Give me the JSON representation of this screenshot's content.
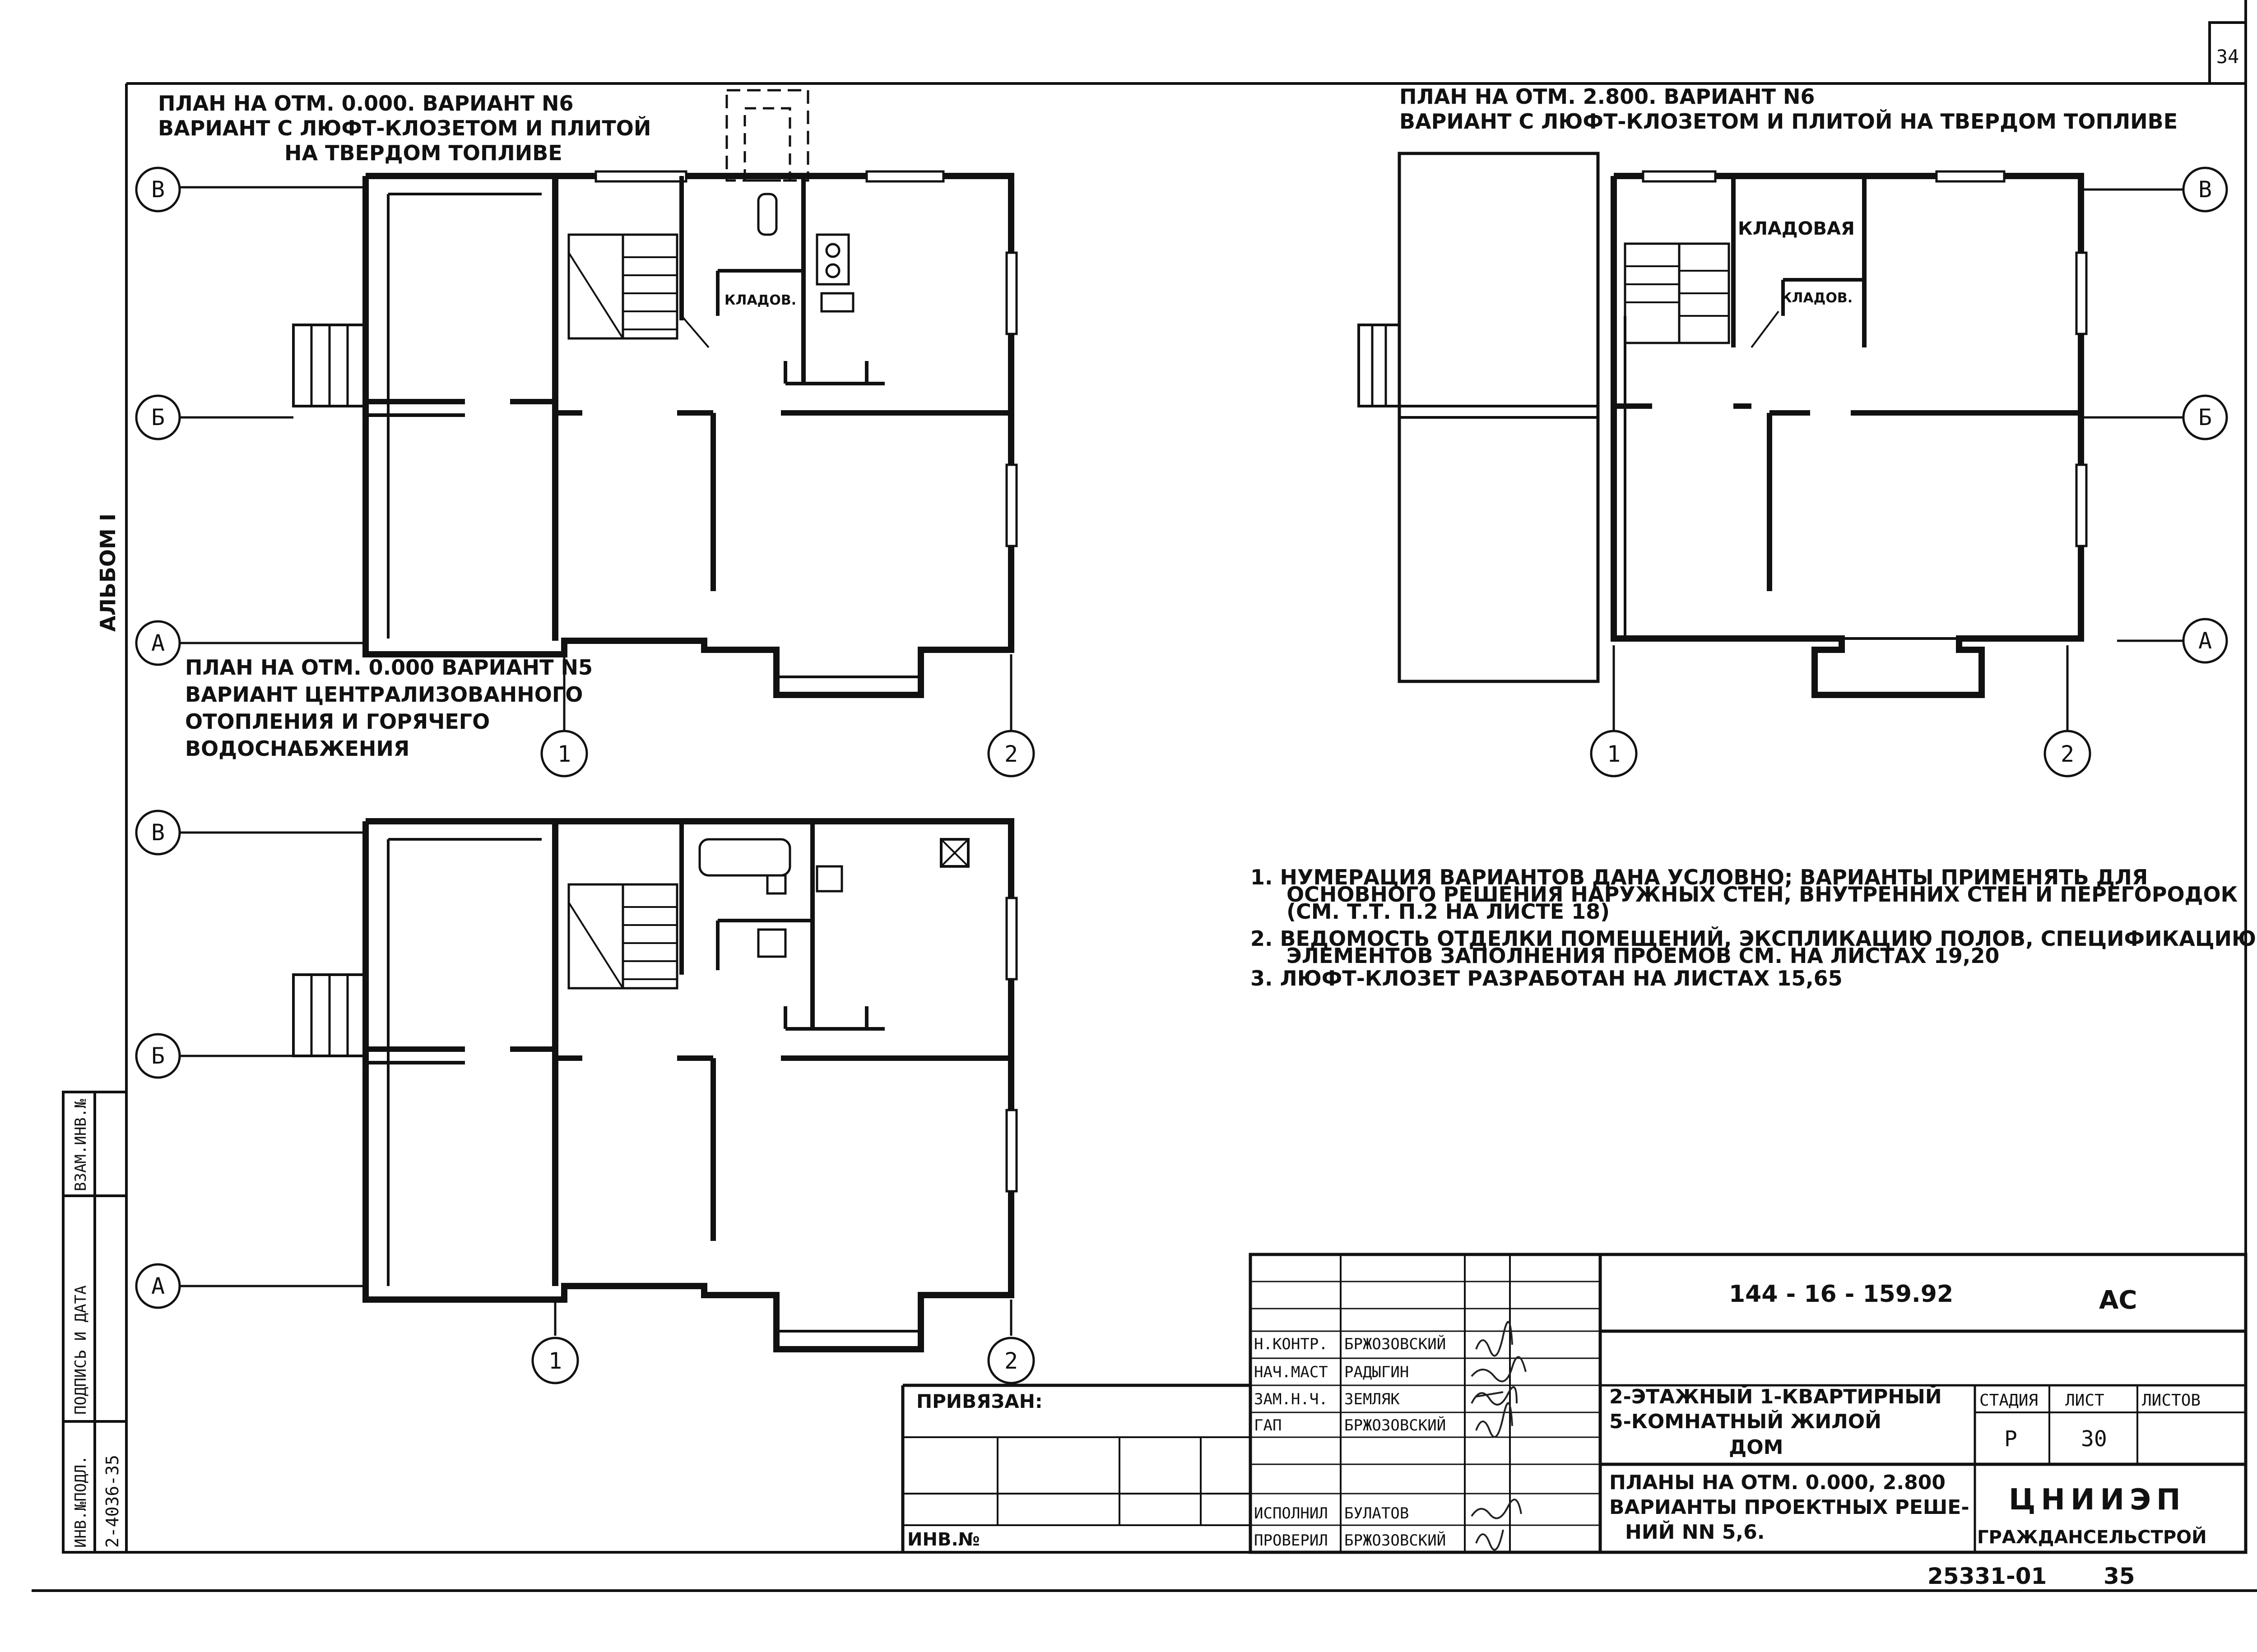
{
  "sheet": {
    "page_number": "34",
    "album": "АЛЬБОМ I",
    "designation": "144 - 16 - 159.92",
    "set_mark": "АС",
    "inventory_code": "25331-01",
    "inventory_page": "35"
  },
  "plans": {
    "p6_ground_title": [
      "ПЛАН НА ОТМ. 0.000. ВАРИАНТ N6",
      "ВАРИАНТ С ЛЮФТ-КЛОЗЕТОМ И ПЛИТОЙ",
      "НА ТВЕРДОМ ТОПЛИВЕ"
    ],
    "p6_upper_title": [
      "ПЛАН НА ОТМ. 2.800. ВАРИАНТ N6",
      "ВАРИАНТ С ЛЮФТ-КЛОЗЕТОМ И ПЛИТОЙ НА ТВЕРДОМ ТОПЛИВЕ"
    ],
    "p5_ground_title": [
      "ПЛАН НА ОТМ. 0.000 ВАРИАНТ N5",
      "ВАРИАНТ ЦЕНТРАЛИЗОВАННОГО",
      "ОТОПЛЕНИЯ И ГОРЯЧЕГО",
      "ВОДОСНАБЖЕНИЯ"
    ],
    "room_kladov": "КЛАДОВ.",
    "room_kladovaya": "КЛАДОВАЯ",
    "room_kladov2": "КЛАДОВ."
  },
  "axes": {
    "a": "А",
    "b": "Б",
    "v": "В",
    "n1": "1",
    "n2": "2"
  },
  "notes": [
    "1. НУМЕРАЦИЯ ВАРИАНТОВ ДАНА УСЛОВНО; ВАРИАНТЫ ПРИМЕНЯТЬ ДЛЯ",
    "ОСНОВНОГО РЕШЕНИЯ НАРУЖНЫХ СТЕН, ВНУТРЕННИХ СТЕН И ПЕРЕГОРОДОК",
    "(СМ. Т.Т. П.2 НА ЛИСТЕ 18)",
    "2. ВЕДОМОСТЬ ОТДЕЛКИ ПОМЕЩЕНИЙ, ЭКСПЛИКАЦИЮ ПОЛОВ, СПЕЦИФИКАЦИЮ",
    "ЭЛЕМЕНТОВ ЗАПОЛНЕНИЯ ПРОЕМОВ СМ. НА ЛИСТАХ 19,20",
    "3. ЛЮФТ-КЛОЗЕТ РАЗРАБОТАН НА ЛИСТАХ 15,65"
  ],
  "side_stamp": {
    "inv_orig": "ИНВ.№ПОДЛ.",
    "sign_date": "ПОДПИСЬ И ДАТА",
    "replace_inv": "ВЗАМ.ИНВ.№",
    "inv_number": "2-4036-35"
  },
  "title_block": {
    "privyazan": "ПРИВЯЗАН:",
    "inv_no": "ИНВ.№",
    "roles": [
      {
        "role": "Н.КОНТР.",
        "name": "БРЖОЗОВСКИЙ"
      },
      {
        "role": "НАЧ.МАСТ",
        "name": "РАДЫГИН"
      },
      {
        "role": "ЗАМ.Н.Ч.",
        "name": "ЗЕМЛЯК"
      },
      {
        "role": "ГАП",
        "name": "БРЖОЗОВСКИЙ"
      },
      {
        "role": "ИСПОЛНИЛ",
        "name": "БУЛАТОВ"
      },
      {
        "role": "ПРОВЕРИЛ",
        "name": "БРЖОЗОВСКИЙ"
      }
    ],
    "object": [
      "2-ЭТАЖНЫЙ 1-КВАРТИРНЫЙ",
      "5-КОМНАТНЫЙ ЖИЛОЙ",
      "ДОМ"
    ],
    "sheet_title": [
      "ПЛАНЫ НА ОТМ. 0.000, 2.800",
      "ВАРИАНТЫ ПРОЕКТНЫХ РЕШЕ-",
      "НИЙ NN 5,6."
    ],
    "stage_label": "СТАДИЯ",
    "sheet_label": "ЛИСТ",
    "sheets_label": "ЛИСТОВ",
    "stage": "Р",
    "sheet": "30",
    "sheets": "",
    "org": "ЦНИИЭП",
    "org2": "ГРАЖДАНСЕЛЬСТРОЙ"
  }
}
